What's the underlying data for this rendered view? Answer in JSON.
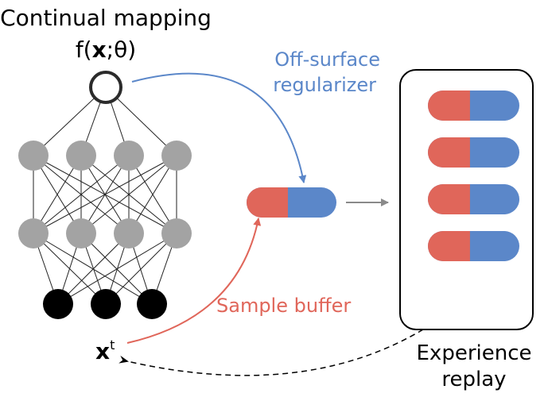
{
  "title": {
    "line1": "Continual  mapping",
    "func_prefix": "f(",
    "func_var": "x",
    "func_suffix": ";θ)"
  },
  "labels": {
    "off_surface_line1": "Off-surface",
    "off_surface_line2": "regularizer",
    "sample_buffer": "Sample buffer",
    "experience_line1": "Experience",
    "experience_line2": "replay",
    "input_var": "x",
    "input_sup": "t"
  },
  "colors": {
    "blue": "#5b87c9",
    "red": "#e0665a",
    "gray_node": "#a3a3a3",
    "black": "#000000",
    "edge": "#222222",
    "arrow_gray": "#8a8a8a"
  },
  "network": {
    "output_nodes": 1,
    "hidden_layers": [
      4,
      4
    ],
    "input_nodes": 3
  },
  "replay_buffer": {
    "sample_count": 4
  }
}
